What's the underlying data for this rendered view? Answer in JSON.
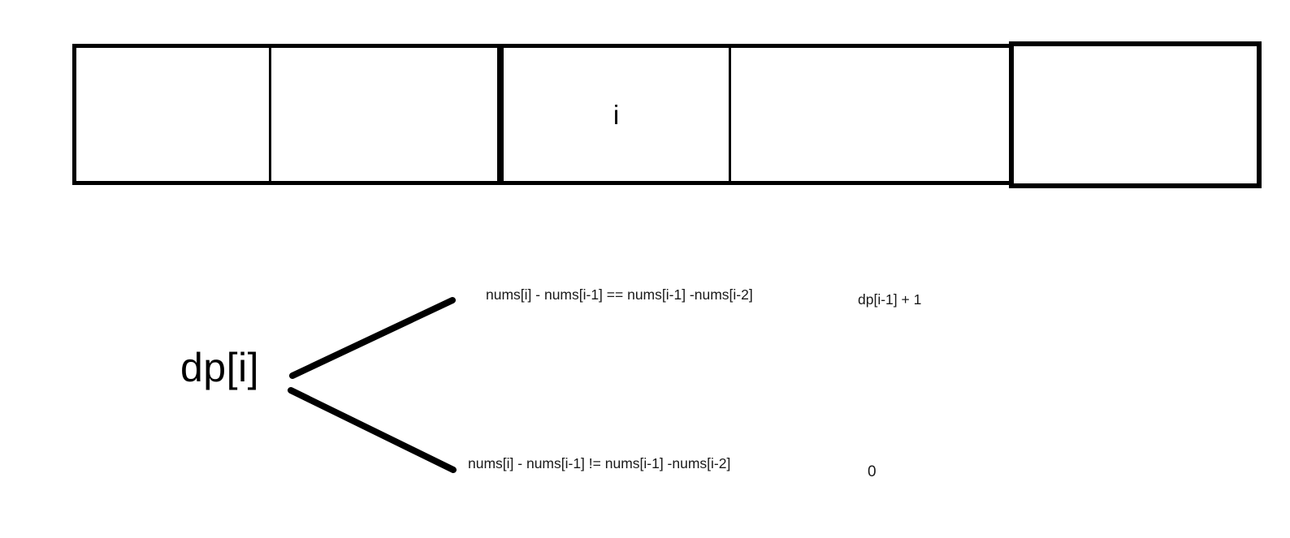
{
  "diagram": {
    "title": "dp recurrence branch diagram",
    "background_color": "#ffffff",
    "line_color": "#000000",
    "text_color": "#1a1a1a"
  },
  "array": {
    "cell_count": 5,
    "cells": [
      {
        "index": 0,
        "label": ""
      },
      {
        "index": 1,
        "label": ""
      },
      {
        "index": 2,
        "label": "i"
      },
      {
        "index": 3,
        "label": ""
      },
      {
        "index": 4,
        "label": ""
      }
    ]
  },
  "branch": {
    "root_label": "dp[i]",
    "cases": [
      {
        "condition": "nums[i] - nums[i-1] == nums[i-1] -nums[i-2]",
        "result": "dp[i-1] + 1"
      },
      {
        "condition": "nums[i] - nums[i-1]  !=  nums[i-1] -nums[i-2]",
        "result": "0"
      }
    ]
  }
}
